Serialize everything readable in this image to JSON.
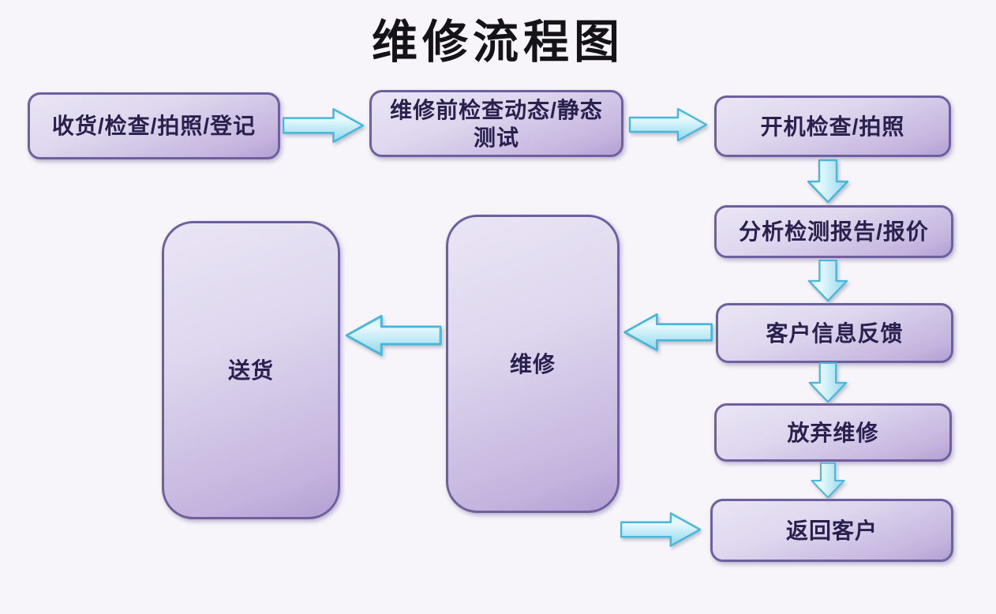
{
  "title": "维修流程图",
  "colors": {
    "background": "#f7f5fa",
    "node_fill_top": "#eae5f5",
    "node_fill_bottom": "#b2a0d4",
    "node_border": "#6f5f9e",
    "node_text": "#29204e",
    "title_text": "#15131a",
    "arrow_fill_light": "#eaf9fd",
    "arrow_fill_dark": "#8ed8ee",
    "arrow_border": "#4ab6d9"
  },
  "nodes": [
    {
      "id": "receive",
      "label": "收货/检查/拍照/登记"
    },
    {
      "id": "pretest",
      "label": "维修前检查动态/静态测试"
    },
    {
      "id": "poweron",
      "label": "开机检查/拍照"
    },
    {
      "id": "report",
      "label": "分析检测报告/报价"
    },
    {
      "id": "feedback",
      "label": "客户信息反馈"
    },
    {
      "id": "abandon",
      "label": "放弃维修"
    },
    {
      "id": "return",
      "label": "返回客户"
    },
    {
      "id": "repair",
      "label": "维修"
    },
    {
      "id": "deliver",
      "label": "送货"
    }
  ],
  "edges": [
    {
      "from": "receive",
      "to": "pretest",
      "direction": "right"
    },
    {
      "from": "pretest",
      "to": "poweron",
      "direction": "right"
    },
    {
      "from": "poweron",
      "to": "report",
      "direction": "down"
    },
    {
      "from": "report",
      "to": "feedback",
      "direction": "down"
    },
    {
      "from": "feedback",
      "to": "repair",
      "direction": "left"
    },
    {
      "from": "feedback",
      "to": "abandon",
      "direction": "down"
    },
    {
      "from": "abandon",
      "to": "return",
      "direction": "down"
    },
    {
      "from": "repair",
      "to": "deliver",
      "direction": "left"
    },
    {
      "from": "repair",
      "to": "return",
      "direction": "right"
    }
  ]
}
